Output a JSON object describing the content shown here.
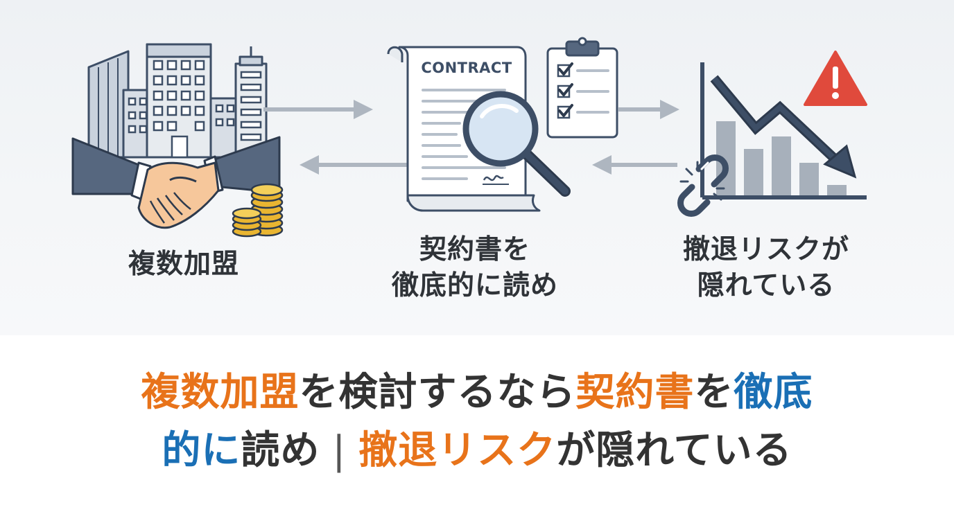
{
  "diagram": {
    "contract_text": "CONTRACT",
    "step1_label": "複数加盟",
    "step2_label_line1": "契約書を",
    "step2_label_line2": "徹底的に読め",
    "step3_label_line1": "撤退リスクが",
    "step3_label_line2": "隠れている"
  },
  "headline": {
    "line1": {
      "part1": "複数加盟",
      "part2": "を検討するなら",
      "part3": "契約書",
      "part4": "を",
      "part5": "徹底"
    },
    "line2": {
      "part1": "的に",
      "part2": "読め",
      "separator": "|",
      "part3": "撤退リスク",
      "part4": "が隠れている"
    }
  },
  "colors": {
    "accent_orange": "#e8731a",
    "accent_blue": "#1a6fb5",
    "text_dark": "#333333",
    "warning_red": "#e04a3c",
    "coin_gold": "#e9b531",
    "icon_navy": "#3d4e66"
  },
  "icons": [
    "buildings-icon",
    "handshake-icon",
    "coins-icon",
    "contract-icon",
    "magnifier-icon",
    "checklist-icon",
    "warning-icon",
    "declining-chart-icon",
    "broken-chain-icon"
  ]
}
